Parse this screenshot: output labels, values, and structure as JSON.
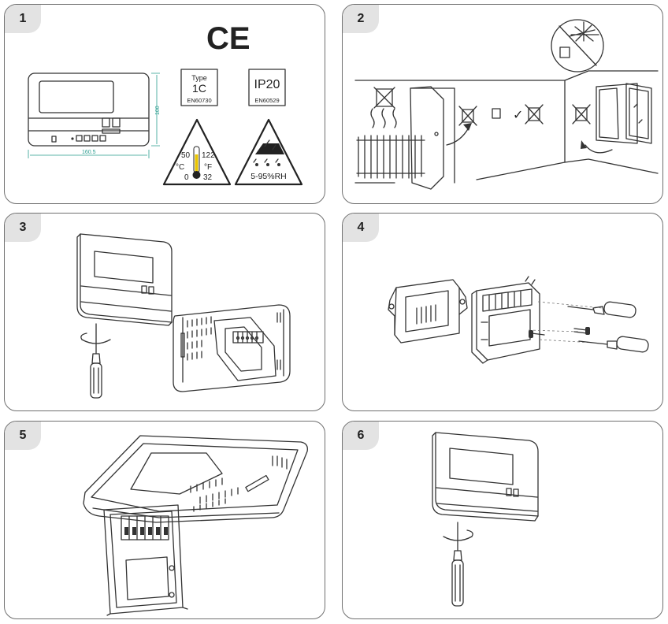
{
  "steps": [
    "1",
    "2",
    "3",
    "4",
    "5",
    "6"
  ],
  "panel1": {
    "ce_mark": "CE",
    "width_dim": "160.5",
    "height_dim": "100",
    "type_label": "Type",
    "type_value": "1C",
    "type_standard": "EN60730",
    "ip_value": "IP20",
    "ip_standard": "EN60529",
    "temp_high_c": "50",
    "temp_low_c": "0",
    "temp_high_f": "122",
    "temp_low_f": "32",
    "unit_c": "°C",
    "unit_f": "°F",
    "humidity": "5-95%RH"
  },
  "panel2": {
    "check_mark": "✓"
  }
}
